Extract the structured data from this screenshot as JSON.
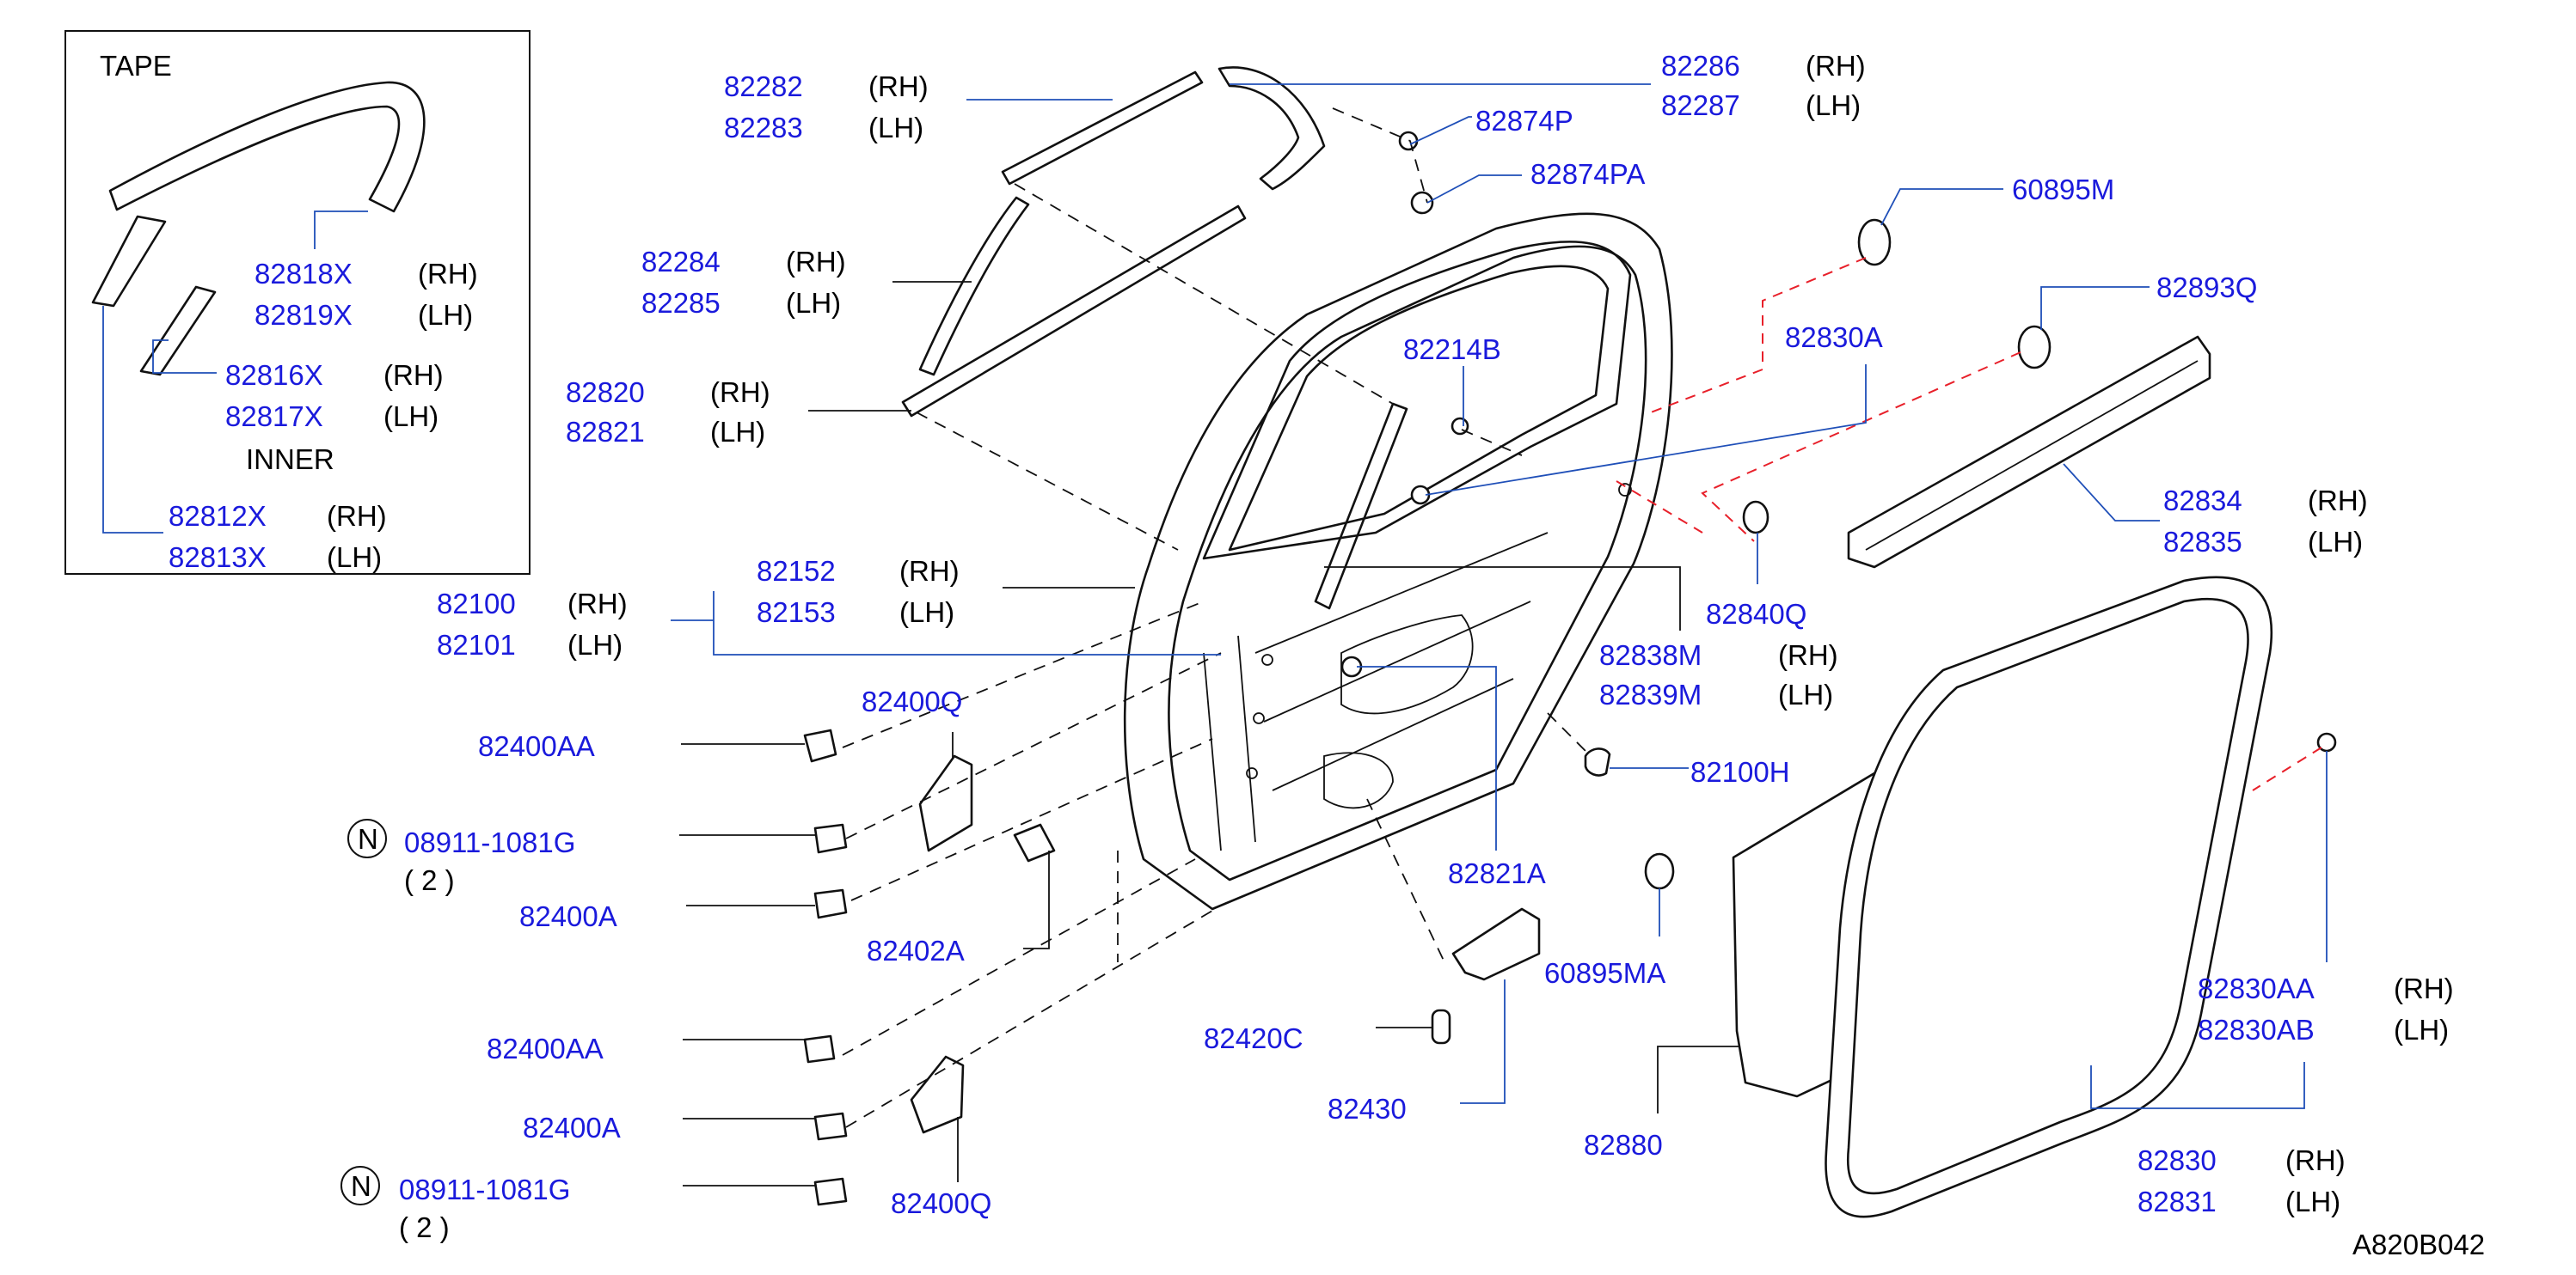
{
  "inset": {
    "title": "TAPE",
    "inner_label": "INNER",
    "parts": [
      {
        "number": "82818X",
        "side": "(RH)"
      },
      {
        "number": "82819X",
        "side": "(LH)"
      },
      {
        "number": "82816X",
        "side": "(RH)"
      },
      {
        "number": "82817X",
        "side": "(LH)"
      },
      {
        "number": "82812X",
        "side": "(RH)"
      },
      {
        "number": "82813X",
        "side": "(LH)"
      }
    ]
  },
  "callouts": [
    {
      "number": "82282",
      "side": "(RH)"
    },
    {
      "number": "82283",
      "side": "(LH)"
    },
    {
      "number": "82286",
      "side": "(RH)"
    },
    {
      "number": "82287",
      "side": "(LH)"
    },
    {
      "number": "82874P",
      "side": ""
    },
    {
      "number": "82874PA",
      "side": ""
    },
    {
      "number": "60895M",
      "side": ""
    },
    {
      "number": "82284",
      "side": "(RH)"
    },
    {
      "number": "82285",
      "side": "(LH)"
    },
    {
      "number": "82893Q",
      "side": ""
    },
    {
      "number": "82214B",
      "side": ""
    },
    {
      "number": "82830A",
      "side": ""
    },
    {
      "number": "82820",
      "side": "(RH)"
    },
    {
      "number": "82821",
      "side": "(LH)"
    },
    {
      "number": "82834",
      "side": "(RH)"
    },
    {
      "number": "82835",
      "side": "(LH)"
    },
    {
      "number": "82152",
      "side": "(RH)"
    },
    {
      "number": "82153",
      "side": "(LH)"
    },
    {
      "number": "82840Q",
      "side": ""
    },
    {
      "number": "82100",
      "side": "(RH)"
    },
    {
      "number": "82101",
      "side": "(LH)"
    },
    {
      "number": "82838M",
      "side": "(RH)"
    },
    {
      "number": "82839M",
      "side": "(LH)"
    },
    {
      "number": "82400Q",
      "side": ""
    },
    {
      "number": "82400AA",
      "side": ""
    },
    {
      "number": "82100H",
      "side": ""
    },
    {
      "number": "08911-1081G",
      "side": ""
    },
    {
      "number": "82821A",
      "side": ""
    },
    {
      "number": "82400A",
      "side": ""
    },
    {
      "number": "60895MA",
      "side": ""
    },
    {
      "number": "82402A",
      "side": ""
    },
    {
      "number": "82830AA",
      "side": "(RH)"
    },
    {
      "number": "82830AB",
      "side": "(LH)"
    },
    {
      "number": "82420C",
      "side": ""
    },
    {
      "number": "82400AA",
      "side": ""
    },
    {
      "number": "82430",
      "side": ""
    },
    {
      "number": "82400A",
      "side": ""
    },
    {
      "number": "82880",
      "side": ""
    },
    {
      "number": "08911-1081G",
      "side": ""
    },
    {
      "number": "82400Q",
      "side": ""
    },
    {
      "number": "82830",
      "side": "(RH)"
    },
    {
      "number": "82831",
      "side": "(LH)"
    }
  ],
  "quantity_notes": [
    "( 2 )",
    "( 2 )"
  ],
  "n_symbol": "N",
  "diagram_code": "A820B042",
  "colors": {
    "part_number": "#1a1adc",
    "leader_line": "#1f4fb8",
    "hidden_line": "#e8202a",
    "drawing": "#111111"
  }
}
